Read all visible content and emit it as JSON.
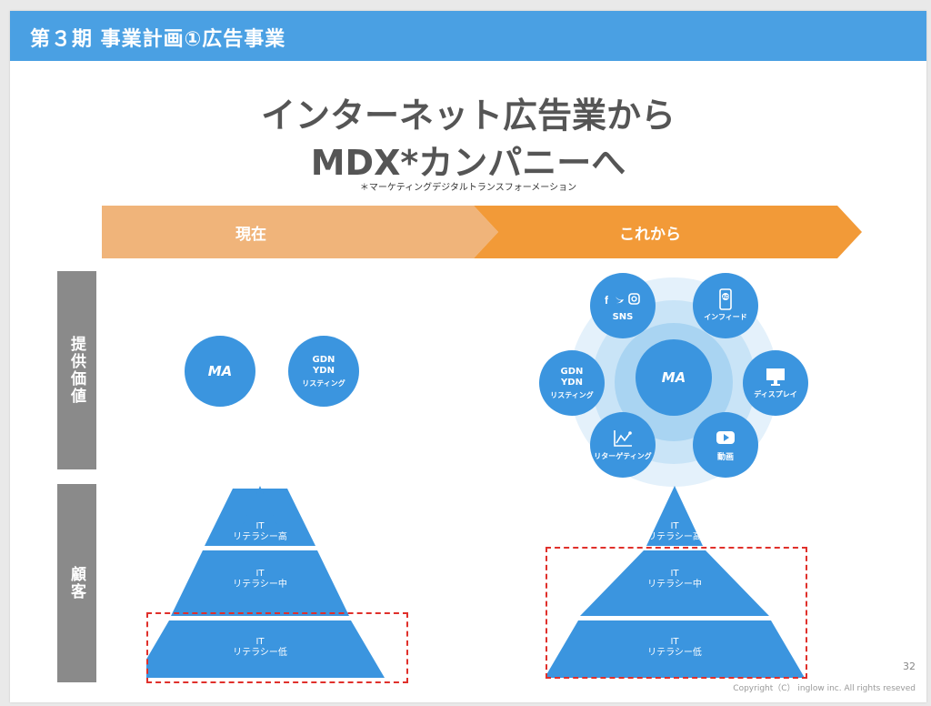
{
  "header": {
    "title": "第３期 事業計画①広告事業"
  },
  "headline": {
    "line1": "インターネット広告業から",
    "line2": "MDX*カンパニーへ"
  },
  "footnote": "＊マーケティングデジタルトランスフォーメーション",
  "phases": {
    "current": "現在",
    "future": "これから"
  },
  "side_labels": {
    "value": "提供価値",
    "customer": "顧客"
  },
  "current_value": {
    "ma": "MA",
    "gdn": {
      "line1": "GDN",
      "line2": "YDN",
      "sub": "リスティング"
    }
  },
  "future_value": {
    "center": "MA",
    "gdn": {
      "line1": "GDN",
      "line2": "YDN",
      "sub": "リスティング"
    },
    "sns": {
      "label": "SNS",
      "icons": "f 🐦 ◎"
    },
    "influencer": {
      "label": "インフィード",
      "icon": "smartphone-ad-icon"
    },
    "display": {
      "label": "ディスプレイ",
      "icon": "monitor-icon"
    },
    "video": {
      "label": "動画",
      "icon": "play-icon"
    },
    "retargeting": {
      "label": "リターゲティング",
      "icon": "chart-icon"
    }
  },
  "pyramid": {
    "top": {
      "line1": "IT",
      "line2": "リテラシー高"
    },
    "mid": {
      "line1": "IT",
      "line2": "リテラシー中"
    },
    "low": {
      "line1": "IT",
      "line2": "リテラシー低"
    }
  },
  "colors": {
    "header": "#4aa0e3",
    "circle": "#3b95df",
    "arrow_current": "#f0b47a",
    "arrow_future": "#f29a38",
    "dash": "#e0302b"
  },
  "page_number": "32",
  "copyright": "Copyright（C） inglow inc. All rights reseved"
}
